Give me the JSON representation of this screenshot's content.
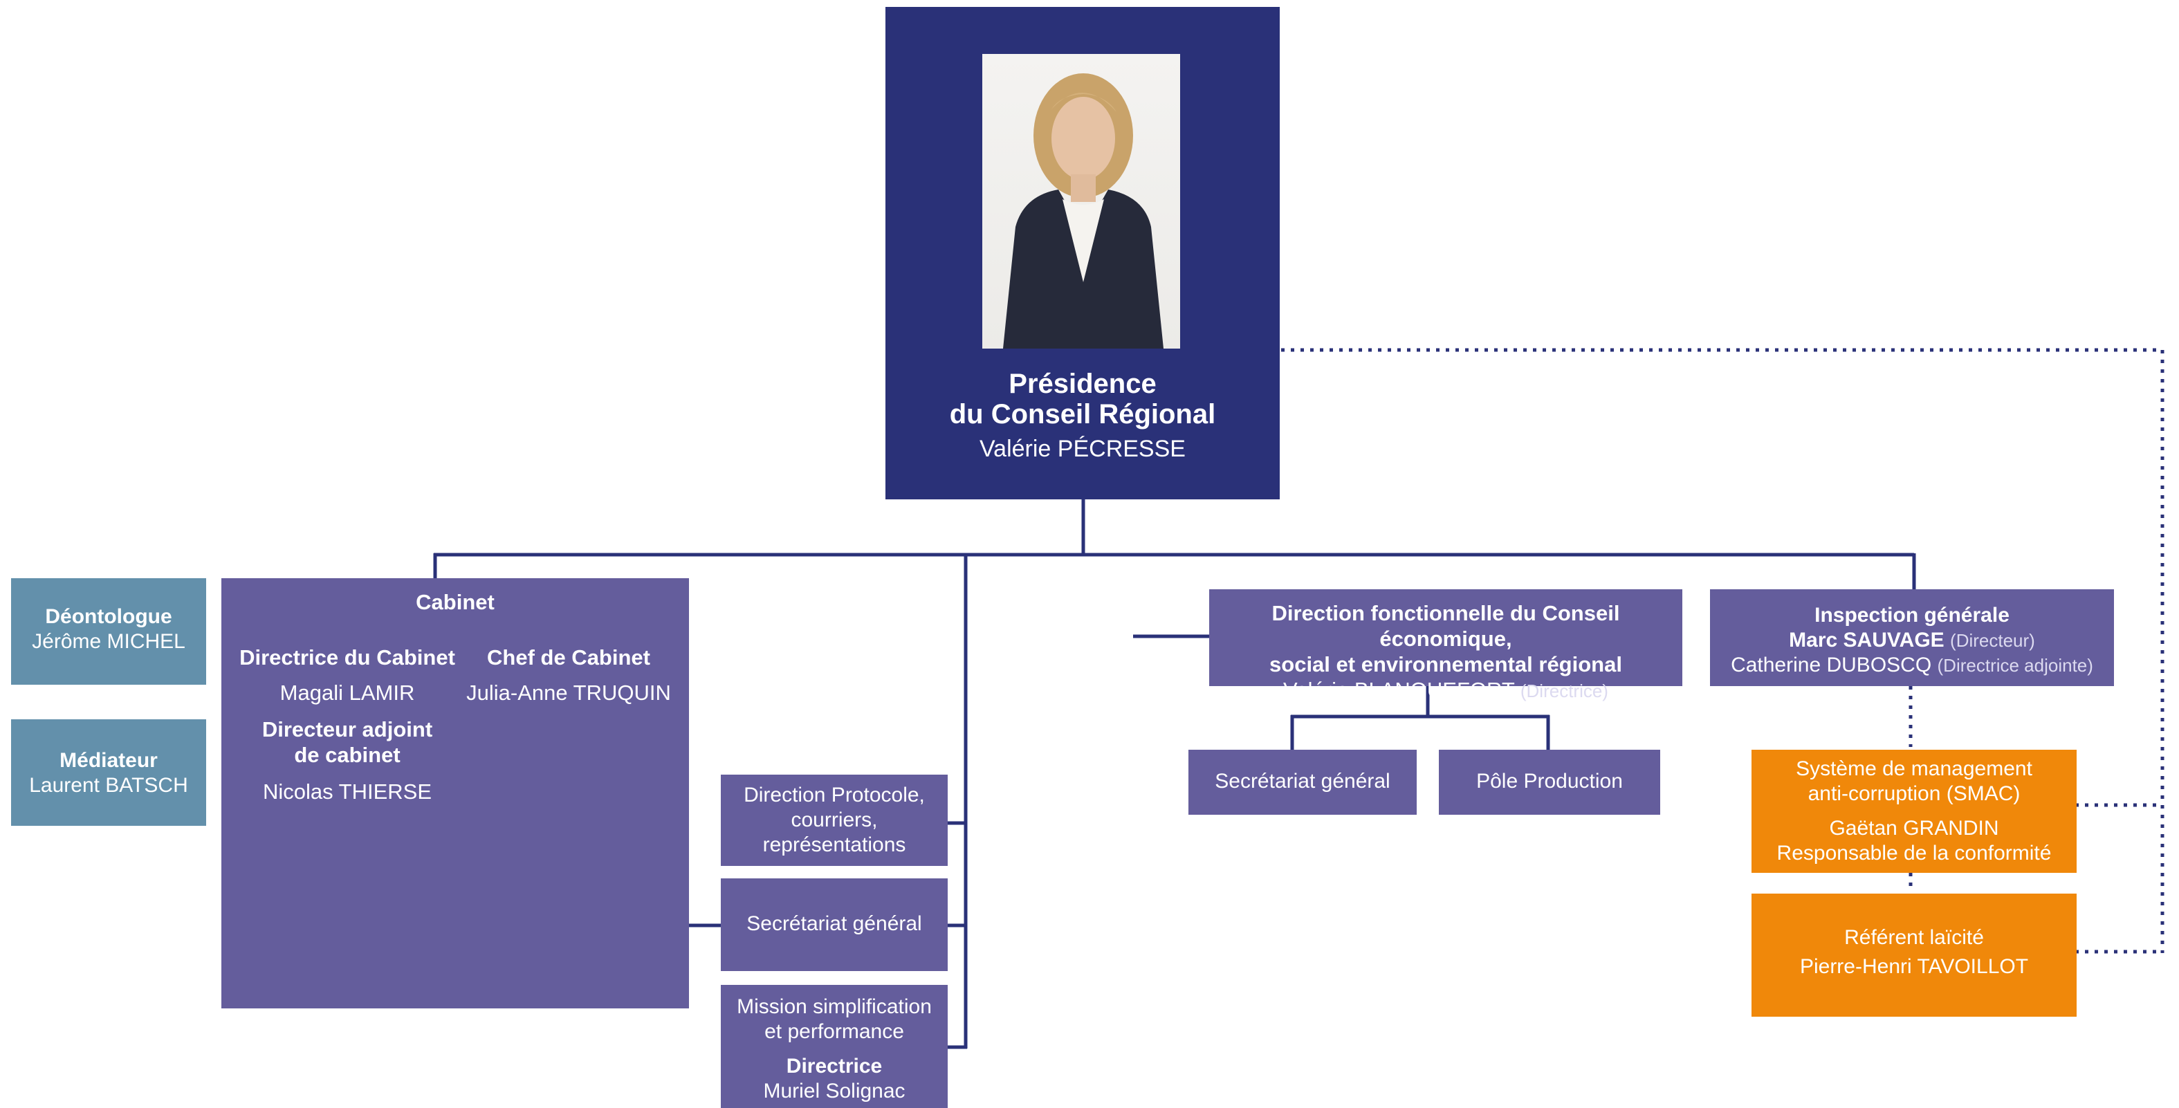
{
  "presidence": {
    "title_line1": "Présidence",
    "title_line2": "du Conseil Régional",
    "name": "Valérie PÉCRESSE"
  },
  "side_boxes": [
    {
      "title": "Déontologue",
      "name": "Jérôme MICHEL"
    },
    {
      "title": "Médiateur",
      "name": "Laurent BATSCH"
    }
  ],
  "cabinet": {
    "title": "Cabinet",
    "directrice_title": "Directrice du Cabinet",
    "directrice_name": "Magali LAMIR",
    "adjoint_title_line1": "Directeur adjoint",
    "adjoint_title_line2": "de cabinet",
    "adjoint_name": "Nicolas THIERSE",
    "chef_title": "Chef de Cabinet",
    "chef_name": "Julia-Anne TRUQUIN"
  },
  "cabinet_services": {
    "protocole_line1": "Direction Protocole,",
    "protocole_line2": "courriers,",
    "protocole_line3": "représentations",
    "secretariat": "Secrétariat général",
    "mission_line1": "Mission simplification",
    "mission_line2": "et performance",
    "mission_role": "Directrice",
    "mission_name": "Muriel Solignac"
  },
  "cese": {
    "title_line1": "Direction fonctionnelle du Conseil économique,",
    "title_line2": "social et environnemental régional",
    "name": "Valérie BLANQUEFORT",
    "role": "(Directrice)",
    "child1": "Secrétariat général",
    "child2": "Pôle Production"
  },
  "inspection": {
    "title": "Inspection générale",
    "director_name": "Marc SAUVAGE",
    "director_role": "(Directeur)",
    "deputy_name": "Catherine DUBOSCQ",
    "deputy_role": "(Directrice adjointe)"
  },
  "smac": {
    "line1": "Système de management",
    "line2": "anti-corruption (SMAC)",
    "name": "Gaëtan GRANDIN",
    "role": "Responsable de la conformité"
  },
  "laicite": {
    "title": "Référent laïcité",
    "name": "Pierre-Henri TAVOILLOT"
  },
  "colors": {
    "navy": "#2a3178",
    "purple": "#645d9c",
    "teal": "#6390ab",
    "orange": "#f0880a",
    "line": "#2a3178"
  }
}
